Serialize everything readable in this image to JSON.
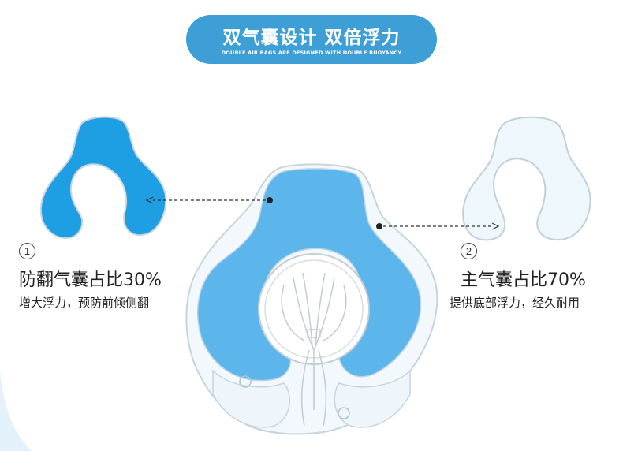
{
  "header": {
    "title": "双气囊设计 双倍浮力",
    "subtitle": "DOUBLE AIR BAGS ARE DESIGNED WITH DOUBLE BUOYANCY"
  },
  "left_panel": {
    "number": "1",
    "heading": "防翻气囊占比30%",
    "description": "增大浮力，预防前倾侧翻"
  },
  "right_panel": {
    "number": "2",
    "heading": "主气囊占比70%",
    "description": "提供底部浮力，经久耐用"
  },
  "colors": {
    "title_bg": "#3d9fd6",
    "inner_airbag": "#1e9fe4",
    "main_body_blue": "#5cb6ec",
    "outer_airbag": "#eef7fc",
    "outline": "#c9d6de"
  },
  "icons": {
    "float_main": "neck-float-icon",
    "inner_bag": "inner-airbag-icon",
    "outer_bag": "outer-airbag-icon"
  }
}
